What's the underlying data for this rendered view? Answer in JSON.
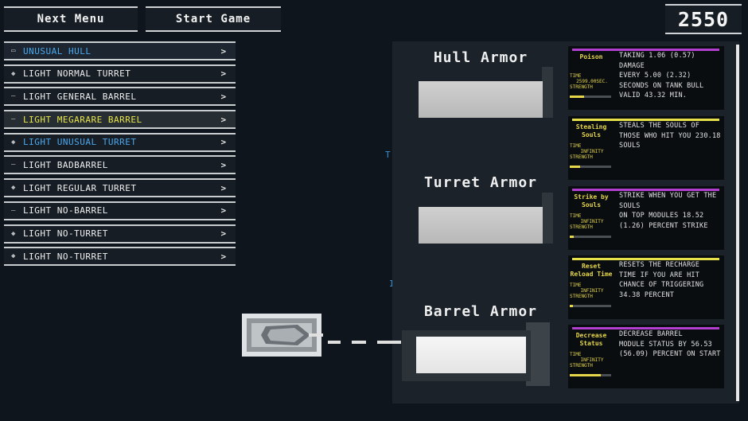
{
  "header": {
    "next_menu": "Next Menu",
    "start_game": "Start Game",
    "score": "2550"
  },
  "items": [
    {
      "label": "UNUSUAL HULL",
      "color": "#4aa8ee",
      "icon": "hull-icon"
    },
    {
      "label": "LIGHT NORMAL TURRET",
      "color": "#f0f0f0",
      "icon": "turret-icon"
    },
    {
      "label": "LIGHT GENERAL BARREL",
      "color": "#f0f0f0",
      "icon": "barrel-icon"
    },
    {
      "label": "LIGHT MEGARARE BARREL",
      "color": "#e8e64a",
      "icon": "barrel-icon"
    },
    {
      "label": "LIGHT UNUSUAL TURRET",
      "color": "#4aa8ee",
      "icon": "turret-icon"
    },
    {
      "label": "LIGHT BADBARREL",
      "color": "#f0f0f0",
      "icon": "barrel-icon"
    },
    {
      "label": "LIGHT REGULAR TURRET",
      "color": "#f0f0f0",
      "icon": "turret-icon"
    },
    {
      "label": "LIGHT NO-BARREL",
      "color": "#f0f0f0",
      "icon": "barrel-icon"
    },
    {
      "label": "LIGHT NO-TURRET",
      "color": "#f0f0f0",
      "icon": "turret-icon"
    },
    {
      "label": "LIGHT NO-TURRET",
      "color": "#f0f0f0",
      "icon": "turret-icon"
    }
  ],
  "item_arrow": ">",
  "stray": [
    "T",
    "I"
  ],
  "armor": {
    "hull_title": "Hull Armor",
    "turret_title": "Turret Armor",
    "barrel_title": "Barrel Armor"
  },
  "perks": [
    {
      "name": "Poison",
      "stripe": "#b23fd0",
      "time_label": "TIME",
      "time_value": "2599.00SEC.",
      "strength_label": "STRENGTH",
      "strength": 0.35,
      "desc": "TAKING 1.06 (0.57) DAMAGE\nEVERY 5.00 (2.32)\nSECONDS ON TANK BULL\nVALID 43.32 MIN."
    },
    {
      "name": "Stealing Souls",
      "stripe": "#e6e04a",
      "time_label": "TIME",
      "time_value": "INFINITY",
      "strength_label": "STRENGTH",
      "strength": 0.25,
      "desc": "STEALS THE SOULS OF\nTHOSE WHO HIT YOU 230.18\nSOULS"
    },
    {
      "name": "Strike by Souls",
      "stripe": "#b23fd0",
      "time_label": "TIME",
      "time_value": "INFINITY",
      "strength_label": "STRENGTH",
      "strength": 0.1,
      "desc": "STRIKE WHEN YOU GET THE\nSOULS\n ON TOP MODULES 18.52\n(1.26) PERCENT STRIKE"
    },
    {
      "name": "Reset Reload Time",
      "stripe": "#e6e04a",
      "time_label": "TIME",
      "time_value": "INFINITY",
      "strength_label": "STRENGTH",
      "strength": 0.08,
      "desc": "RESETS THE RECHARGE\nTIME IF YOU ARE HIT\nCHANCE OF TRIGGERING\n34.38 PERCENT"
    },
    {
      "name": "Decrease Status",
      "stripe": "#b23fd0",
      "time_label": "TIME",
      "time_value": "INFINITY",
      "strength_label": "STRENGTH",
      "strength": 0.75,
      "desc": "DECREASE BARREL\nMODULE STATUS BY 56.53\n(56.09) PERCENT ON START"
    }
  ]
}
